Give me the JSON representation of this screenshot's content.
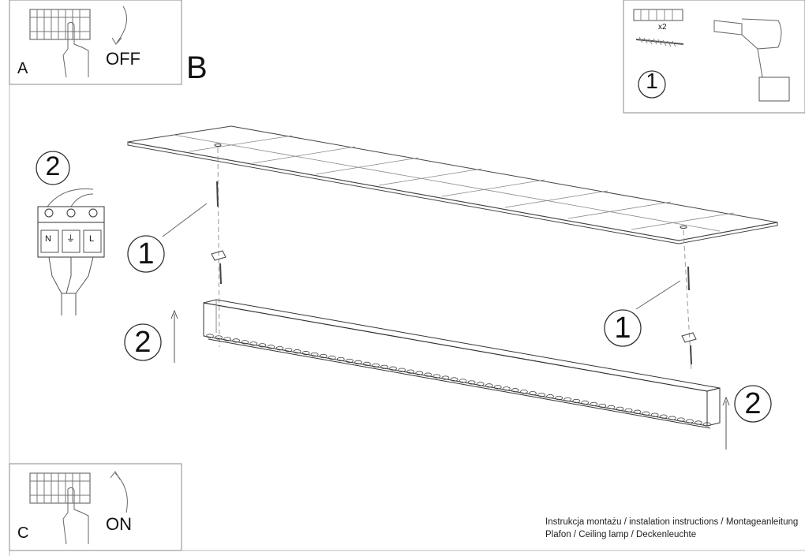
{
  "panels": {
    "a": {
      "letter": "A",
      "action": "OFF"
    },
    "b": {
      "letter": "B"
    },
    "c": {
      "letter": "C",
      "action": "ON"
    }
  },
  "tools": {
    "anchor_qty": "x2",
    "step": "1"
  },
  "wiring": {
    "step": "2",
    "terminals": [
      "N",
      "⏚",
      "L"
    ]
  },
  "assembly": {
    "mount_step": "1",
    "lift_step": "2"
  },
  "captions": {
    "line1": "Instrukcja montażu / instalation instructions / Montageanleitung",
    "line2": "Plafon / Ceiling lamp / Deckenleuchte"
  }
}
